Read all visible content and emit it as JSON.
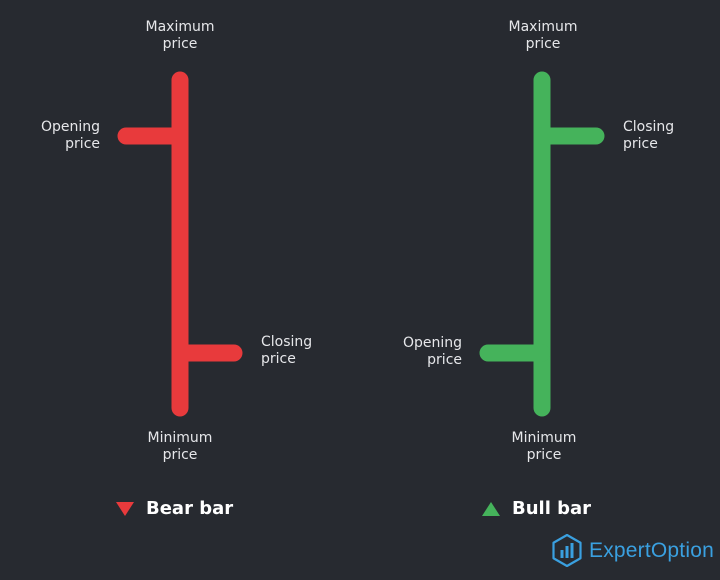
{
  "colors": {
    "background": "#272a30",
    "bear": "#e83a3c",
    "bull": "#45b35b",
    "logo": "#3aa0e0"
  },
  "bear_bar": {
    "max_label": [
      "Maximum",
      "price"
    ],
    "open_label": [
      "Opening",
      "price"
    ],
    "close_label": [
      "Closing",
      "price"
    ],
    "min_label": [
      "Minimum",
      "price"
    ],
    "legend": "Bear bar"
  },
  "bull_bar": {
    "max_label": [
      "Maximum",
      "price"
    ],
    "open_label": [
      "Opening",
      "price"
    ],
    "close_label": [
      "Closing",
      "price"
    ],
    "min_label": [
      "Minimum",
      "price"
    ],
    "legend": "Bull bar"
  },
  "logo": {
    "text": "ExpertOption",
    "icon": "expertoption-logo-icon"
  }
}
